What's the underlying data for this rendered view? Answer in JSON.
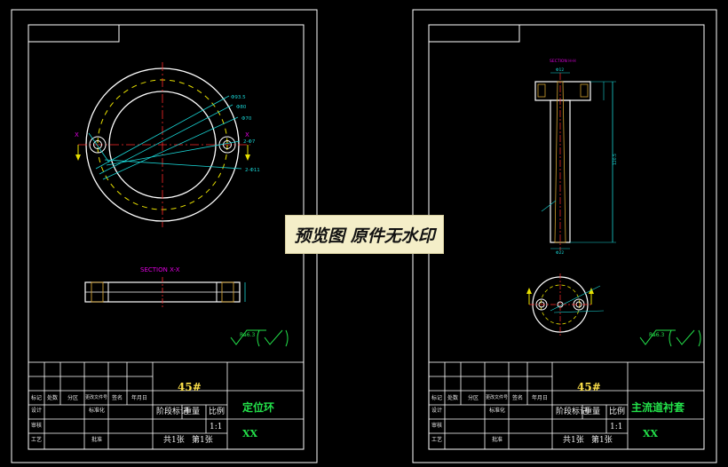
{
  "watermark": "预览图 原件无水印",
  "colors": {
    "frame": "#ffffff",
    "outline": "#ffffff",
    "center_line": "#ff2a2a",
    "hidden_line": "#e8e000",
    "dimension": "#19d3d3",
    "section_label": "#e000e0",
    "roughness": "#23e14a",
    "hatch": "#d0a030"
  },
  "left_sheet": {
    "section_label": "SECTION X-X",
    "roughness_value": "Ra6.3",
    "dims": [
      "Φ93.5",
      "Φ80",
      "Φ70",
      "2-Φ7",
      "2-Φ11"
    ],
    "title_block": {
      "material": "45#",
      "part_name": "定位环",
      "code": "XX",
      "scale_value": "1:1",
      "sheets_total": "共1张",
      "sheet_no": "第1张",
      "labels": {
        "mark": "标记",
        "count": "处数",
        "zone": "分区",
        "change_doc": "更改文件号",
        "sign": "签名",
        "date": "年月日",
        "design": "设计",
        "standard": "标准化",
        "stage_mark": "阶段标记",
        "weight": "重量",
        "scale": "比例",
        "check": "审核",
        "process": "工艺",
        "approve": "批准"
      }
    }
  },
  "right_sheet": {
    "section_label": "SECTION H-H",
    "roughness_value": "Ra6.3",
    "dims": [
      "Φ22",
      "Φ12",
      "120.5"
    ],
    "title_block": {
      "material": "45#",
      "part_name": "主流道衬套",
      "code": "XX",
      "scale_value": "1:1",
      "sheets_total": "共1张",
      "sheet_no": "第1张",
      "labels": {
        "mark": "标记",
        "count": "处数",
        "zone": "分区",
        "change_doc": "更改文件号",
        "sign": "签名",
        "date": "年月日",
        "design": "设计",
        "standard": "标准化",
        "stage_mark": "阶段标记",
        "weight": "重量",
        "scale": "比例",
        "check": "审核",
        "process": "工艺",
        "approve": "批准"
      }
    }
  }
}
